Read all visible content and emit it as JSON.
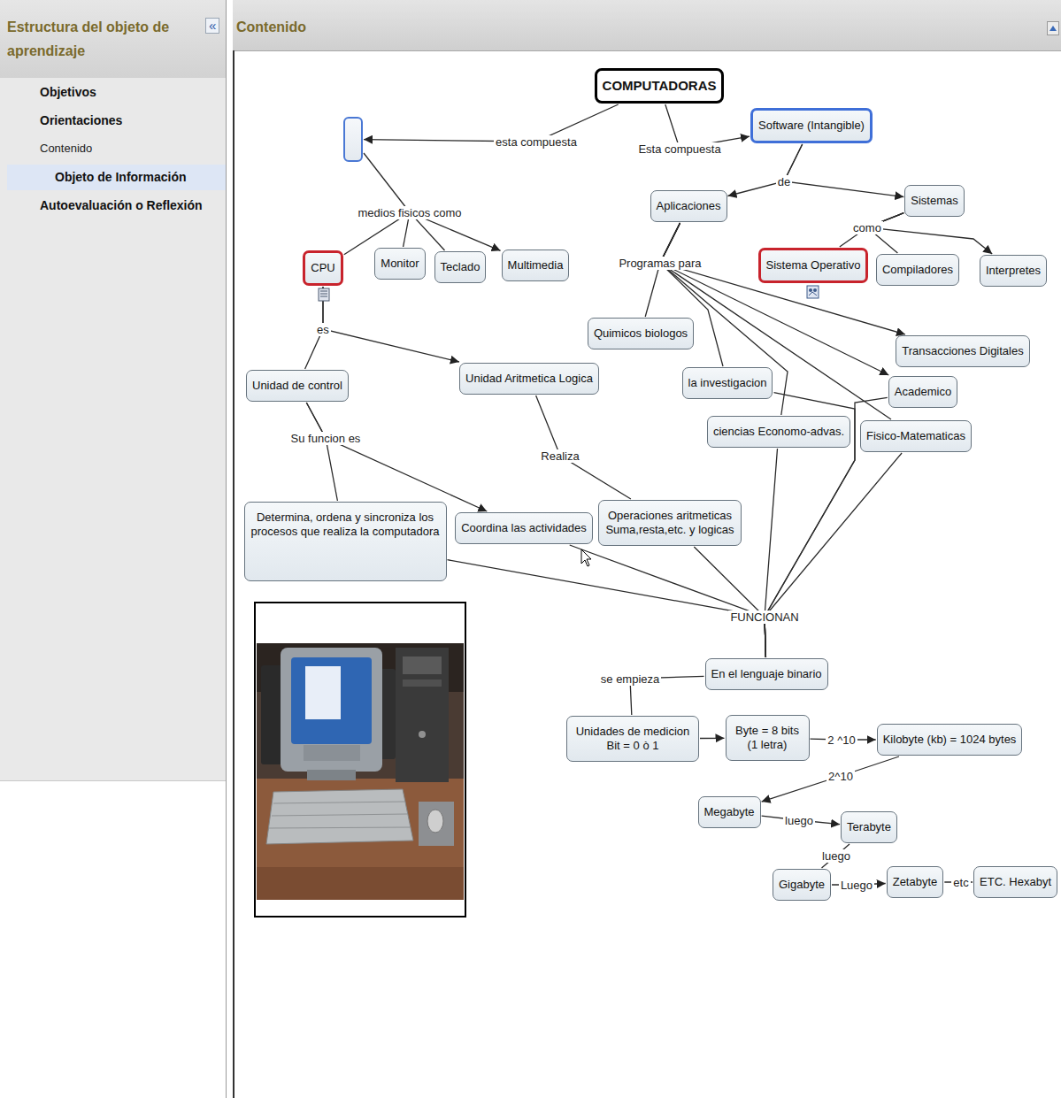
{
  "diagram": {
    "nodes": [
      {
        "text": [
          "COMPUTADORAS"
        ]
      },
      {
        "text": [
          "Software (Intangible)"
        ]
      },
      {
        "text": [
          "Aplicaciones"
        ]
      },
      {
        "text": [
          "Sistemas"
        ]
      },
      {
        "text": [
          "CPU"
        ]
      },
      {
        "text": [
          "Monitor"
        ]
      },
      {
        "text": [
          "Teclado"
        ]
      },
      {
        "text": [
          "Multimedia"
        ]
      },
      {
        "text": [
          "Sistema Operativo"
        ]
      },
      {
        "text": [
          "Compiladores"
        ]
      },
      {
        "text": [
          "Interpretes"
        ]
      },
      {
        "text": [
          "Quimicos biologos"
        ]
      },
      {
        "text": [
          "Transacciones Digitales"
        ]
      },
      {
        "text": [
          "Unidad de control"
        ]
      },
      {
        "text": [
          "Unidad Aritmetica Logica"
        ]
      },
      {
        "text": [
          "la investigacion"
        ]
      },
      {
        "text": [
          "Academico"
        ]
      },
      {
        "text": [
          "ciencias Economo-advas."
        ]
      },
      {
        "text": [
          "Fisico-Matematicas"
        ]
      },
      {
        "text": [
          "Determina, ordena y sincroniza los procesos que realiza la computadora"
        ]
      },
      {
        "text": [
          "Coordina las actividades"
        ]
      },
      {
        "text": [
          "Operaciones aritmeticas Suma,resta,etc. y logicas"
        ]
      },
      {
        "text": [
          "En el lenguaje binario"
        ]
      },
      {
        "text": [
          "Unidades de medicion Bit = 0 ò 1"
        ]
      },
      {
        "text": [
          "Byte = 8 bits (1 letra)"
        ]
      },
      {
        "text": [
          "Kilobyte (kb) = 1024 bytes"
        ]
      },
      {
        "text": [
          "Megabyte"
        ]
      },
      {
        "text": [
          "Terabyte"
        ]
      },
      {
        "text": [
          "Gigabyte"
        ]
      },
      {
        "text": [
          "Zetabyte"
        ]
      },
      {
        "text": [
          "ETC. Hexabyt"
        ]
      }
    ],
    "edges": [
      {
        "from": 0,
        "to": 1,
        "label": "Esta compuesta",
        "arrow": "to"
      },
      {
        "from": 1,
        "to": 2,
        "label": "de",
        "arrow": "to"
      },
      {
        "from": 1,
        "to": 3,
        "arrow": "to"
      },
      {
        "from": 3,
        "to": 8,
        "label": "como",
        "arrow": "none"
      },
      {
        "from": 3,
        "to": 9,
        "arrow": "none"
      },
      {
        "from": 3,
        "to": 10,
        "arrow": "to"
      },
      {
        "from": 2,
        "to": 11,
        "label": "Programas para",
        "arrow": "none"
      },
      {
        "from": 2,
        "to": 15,
        "arrow": "none"
      },
      {
        "from": 2,
        "to": 17,
        "arrow": "none"
      },
      {
        "from": 2,
        "to": 12,
        "arrow": "to"
      },
      {
        "from": 2,
        "to": 16,
        "arrow": "to"
      },
      {
        "from": 2,
        "to": 18,
        "arrow": "none"
      },
      {
        "from": 4,
        "to": 13,
        "label": "es",
        "arrow": "none"
      },
      {
        "from": 4,
        "to": 14,
        "arrow": "to"
      },
      {
        "from": 13,
        "to": 19,
        "label": "Su funcion es",
        "arrow": "none"
      },
      {
        "from": 13,
        "to": 20,
        "arrow": "to"
      },
      {
        "from": 14,
        "to": 21,
        "label": "Realiza",
        "arrow": "none"
      },
      {
        "from": 19,
        "to": 22,
        "label": "FUNCIONAN",
        "arrow": "none"
      },
      {
        "from": 20,
        "to": 22,
        "arrow": "none"
      },
      {
        "from": 21,
        "to": 22,
        "arrow": "none"
      },
      {
        "from": 15,
        "to": 22,
        "arrow": "none"
      },
      {
        "from": 17,
        "to": 22,
        "arrow": "none"
      },
      {
        "from": 16,
        "to": 22,
        "arrow": "none"
      },
      {
        "from": 18,
        "to": 22,
        "arrow": "none"
      },
      {
        "from": 22,
        "to": 23,
        "label": "se empieza",
        "arrow": "none"
      },
      {
        "from": 23,
        "to": 24,
        "arrow": "to"
      },
      {
        "from": 24,
        "to": 25,
        "label": "2 ^10",
        "arrow": "to"
      },
      {
        "from": 25,
        "to": 26,
        "label": "2^10",
        "arrow": "to"
      },
      {
        "from": 26,
        "to": 27,
        "label": "luego",
        "arrow": "to"
      },
      {
        "from": 27,
        "to": 28,
        "label": "luego",
        "arrow": "none"
      },
      {
        "from": 28,
        "to": 29,
        "label": "Luego",
        "arrow": "to"
      },
      {
        "from": 29,
        "to": 30,
        "label": "etc",
        "arrow": "none"
      }
    ],
    "labels": [
      "Estructura del objeto de aprendizaje",
      "«",
      "Contenido",
      "Objetivos",
      "Orientaciones",
      "Contenido",
      "Objeto de Información",
      "Autoevaluación o Reflexión",
      "esta compuesta",
      "medios fisicos como"
    ]
  }
}
